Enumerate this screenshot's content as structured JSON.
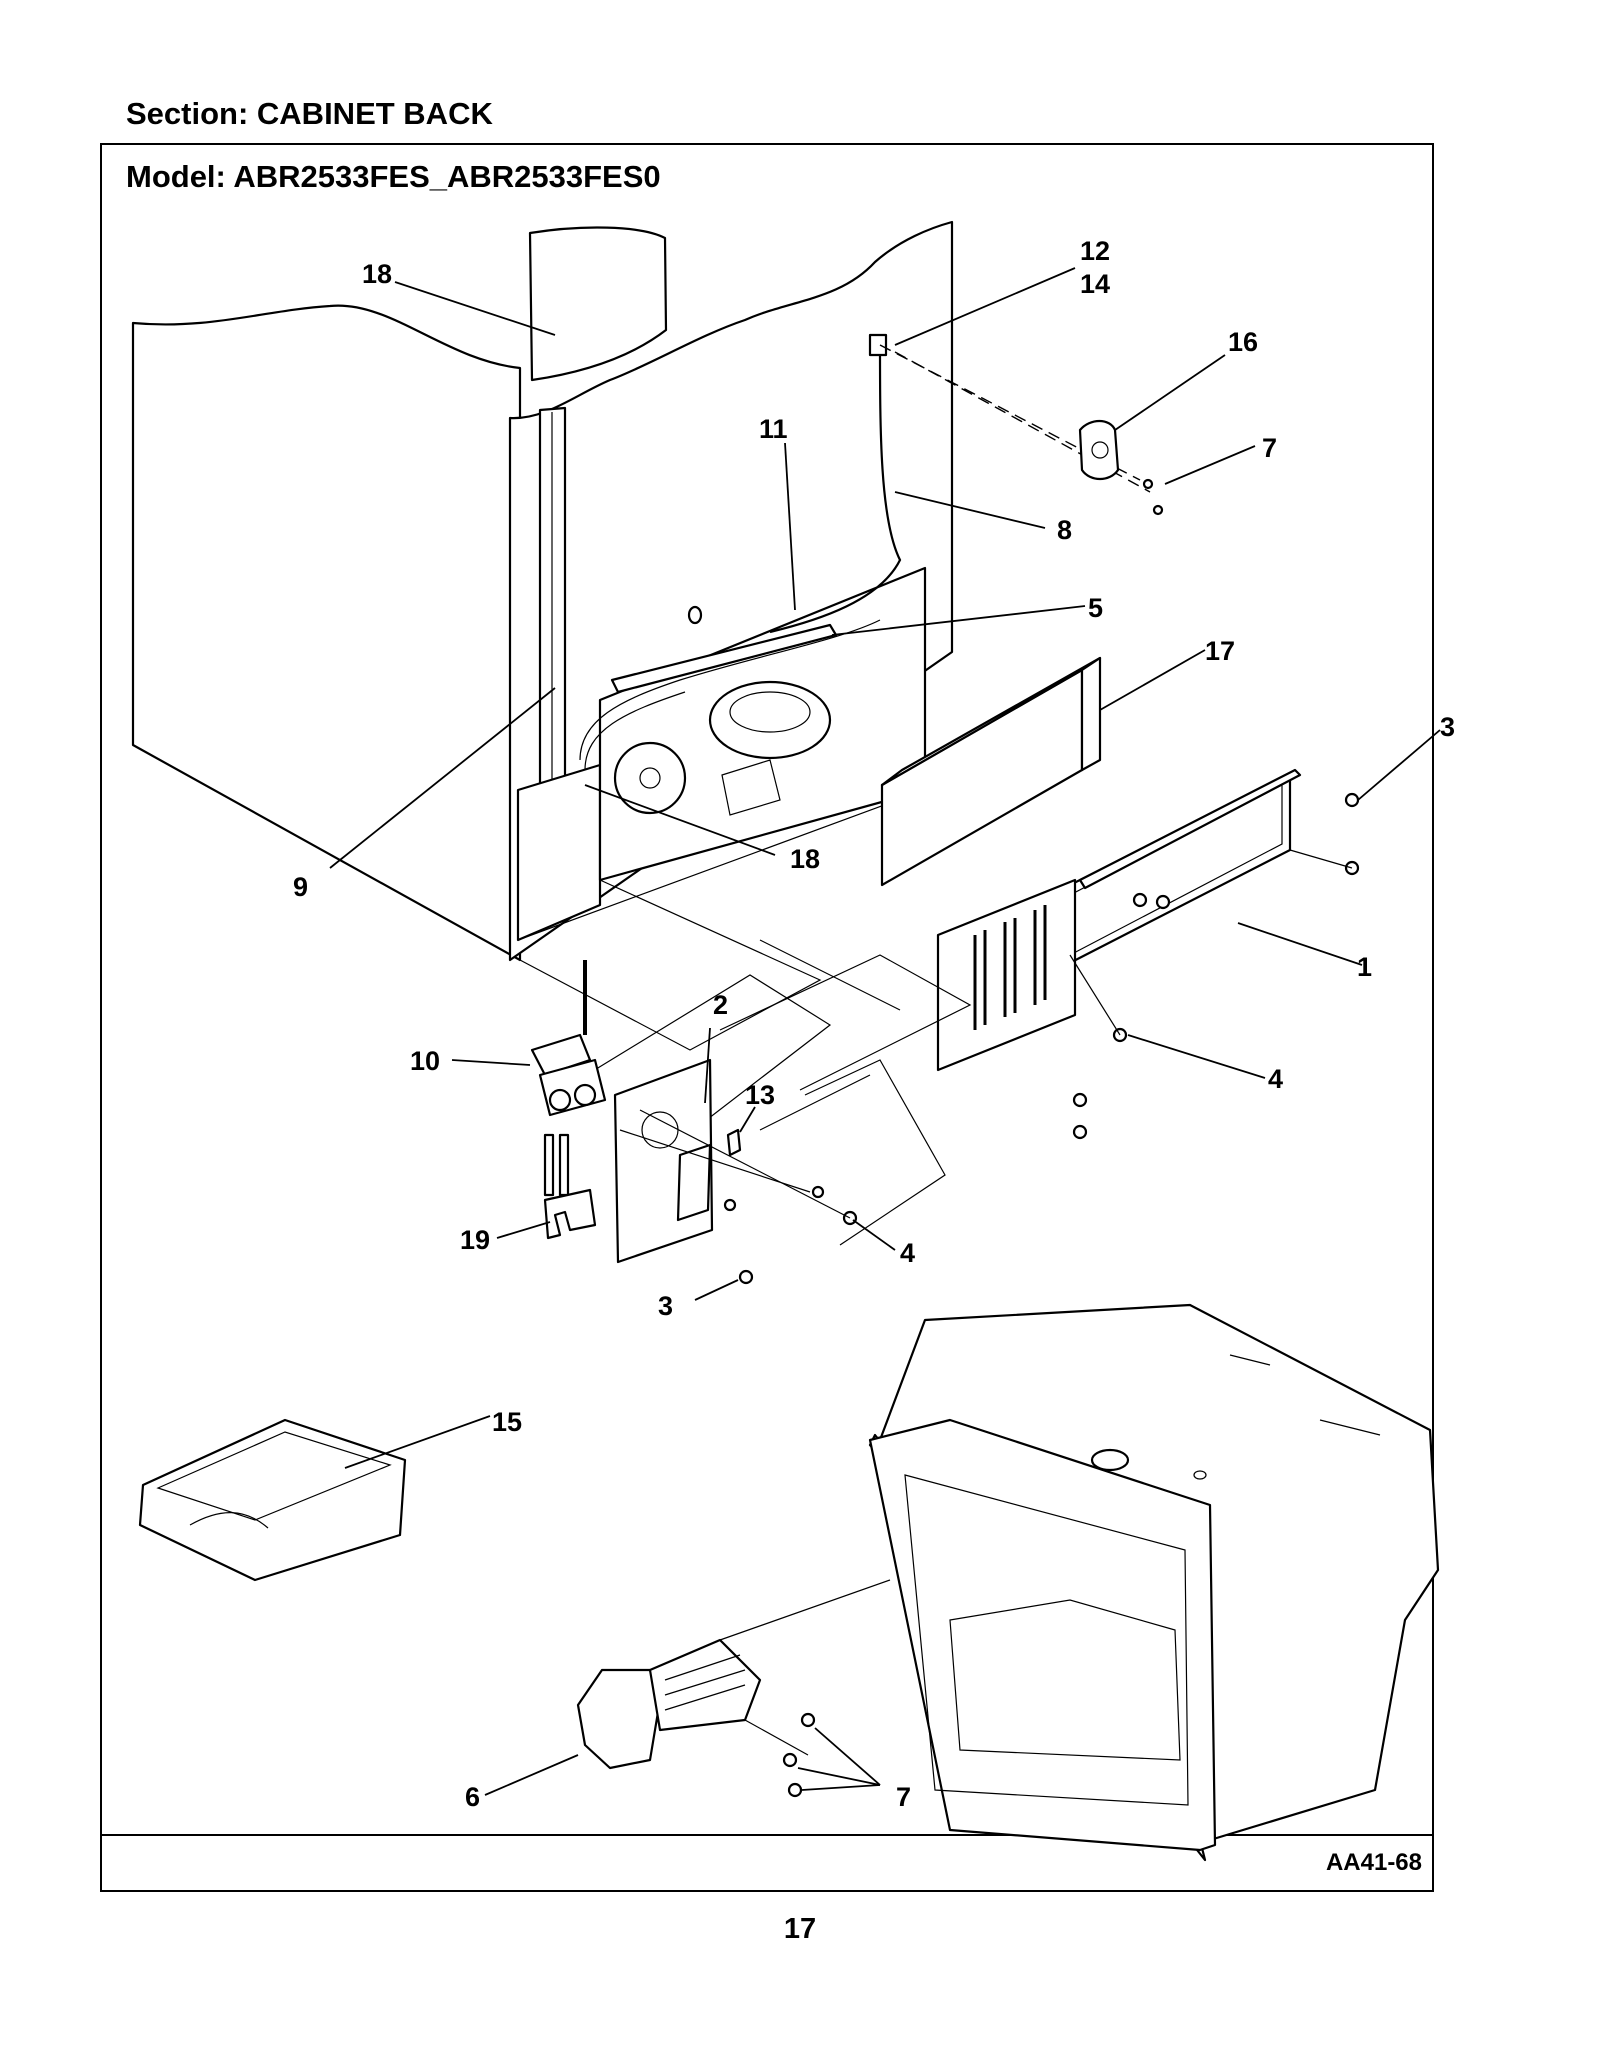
{
  "header": {
    "section_title": "Section:  CABINET BACK",
    "model_line": "Model:  ABR2533FES_ABR2533FES0"
  },
  "footer": {
    "ref_code": "AA41-68",
    "page_number": "17"
  },
  "callouts": {
    "c1": "1",
    "c2": "2",
    "c3a": "3",
    "c3b": "3",
    "c4a": "4",
    "c4b": "4",
    "c5": "5",
    "c6": "6",
    "c7a": "7",
    "c7b": "7",
    "c8": "8",
    "c9": "9",
    "c10": "10",
    "c11": "11",
    "c12": "12",
    "c13": "13",
    "c14": "14",
    "c15": "15",
    "c16": "16",
    "c17": "17",
    "c18a": "18",
    "c18b": "18",
    "c19": "19"
  }
}
